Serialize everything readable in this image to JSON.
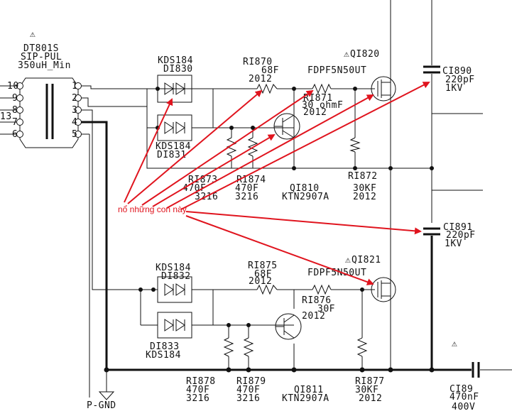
{
  "transformer": {
    "designator": "DT801S",
    "type": "SIP-PUL",
    "value": "350uH_Min",
    "pins": [
      "10",
      "9",
      "8",
      "7",
      "6",
      "1",
      "2",
      "3",
      "4",
      "5"
    ],
    "side_net": "13"
  },
  "diodes": [
    {
      "part": "KDS184",
      "ref": "DI830"
    },
    {
      "part": "KDS184",
      "ref": "DI831"
    },
    {
      "part": "KDS184",
      "ref": "DI832"
    },
    {
      "ref": "DI833",
      "part": "KDS184"
    }
  ],
  "resistors": [
    {
      "ref": "RI870",
      "value": "68F",
      "size": "2012"
    },
    {
      "ref": "RI871",
      "value": "30 ohmF",
      "size": "2012"
    },
    {
      "ref": "RI873",
      "value": "470F",
      "size": "3216"
    },
    {
      "ref": "RI874",
      "value": "470F",
      "size": "3216"
    },
    {
      "ref": "RI872",
      "value": "30KF",
      "size": "2012"
    },
    {
      "ref": "RI875",
      "value": "68F",
      "size": "2012"
    },
    {
      "ref": "RI876",
      "value": "30F",
      "size": "2012"
    },
    {
      "ref": "RI878",
      "value": "470F",
      "size": "3216"
    },
    {
      "ref": "RI879",
      "value": "470F",
      "size": "3216"
    },
    {
      "ref": "RI877",
      "value": "30KF",
      "size": "2012"
    }
  ],
  "transistors": [
    {
      "ref": "QI820",
      "part": "FDPF5N50UT"
    },
    {
      "ref": "QI810",
      "part": "KTN2907A"
    },
    {
      "ref": "QI821",
      "part": "FDPF5N50UT"
    },
    {
      "ref": "QI811",
      "part": "KTN2907A"
    }
  ],
  "capacitors": [
    {
      "ref": "CI890",
      "value": "220pF",
      "rating": "1KV"
    },
    {
      "ref": "CI891",
      "value": "220pF",
      "rating": "1KV"
    },
    {
      "ref": "CI89",
      "value": "470nF",
      "rating": "400V"
    }
  ],
  "ground_label": "P-GND",
  "annotation": "nổ những con này",
  "warning_symbol": "⚠",
  "colors": {
    "ink": "#111111",
    "annotation": "#e0141e"
  }
}
